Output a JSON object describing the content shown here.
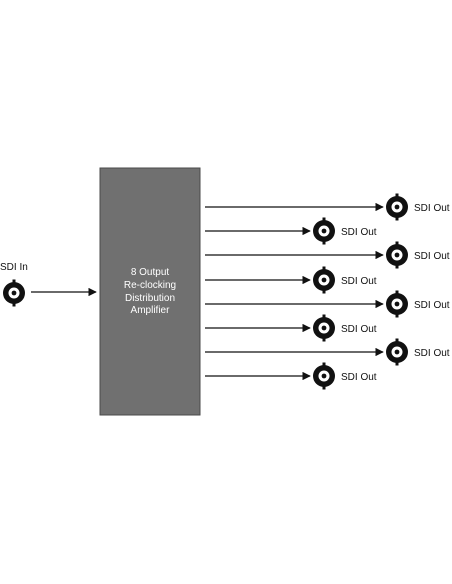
{
  "diagram": {
    "input": {
      "label": "SDI In"
    },
    "device": {
      "lines": [
        "8 Output",
        "Re-clocking",
        "Distribution",
        "Amplifier"
      ]
    },
    "outputs": [
      {
        "label": "SDI Out",
        "column": "far"
      },
      {
        "label": "SDI Out",
        "column": "near"
      },
      {
        "label": "SDI Out",
        "column": "far"
      },
      {
        "label": "SDI Out",
        "column": "near"
      },
      {
        "label": "SDI Out",
        "column": "far"
      },
      {
        "label": "SDI Out",
        "column": "near"
      },
      {
        "label": "SDI Out",
        "column": "far"
      },
      {
        "label": "SDI Out",
        "column": "near"
      }
    ],
    "colors": {
      "box_fill": "#707070",
      "box_stroke": "#4a4a4a",
      "line": "#111111",
      "connector": "#111111"
    },
    "icons": {
      "connector": "bnc-connector-icon",
      "arrow": "arrowhead-icon"
    }
  }
}
